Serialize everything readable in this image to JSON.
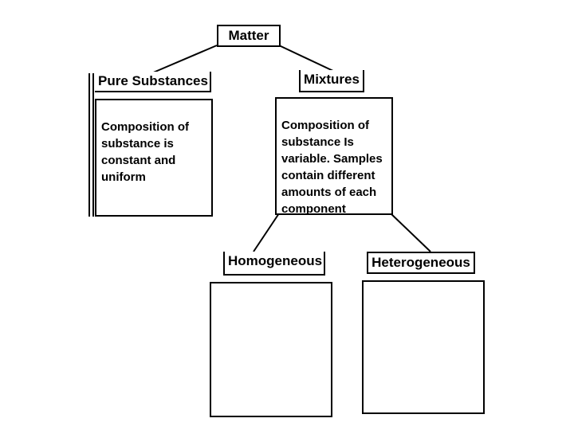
{
  "diagram": {
    "root": {
      "label": "Matter"
    },
    "pure": {
      "label": "Pure Substances",
      "description": "Composition of\nsubstance is\nconstant and\nuniform"
    },
    "mixtures": {
      "label": "Mixtures",
      "description": "Composition of\nsubstance Is\nvariable. Samples\ncontain different\namounts of each\ncomponent"
    },
    "homogeneous": {
      "label": "Homogeneous"
    },
    "heterogeneous": {
      "label": "Heterogeneous"
    }
  }
}
